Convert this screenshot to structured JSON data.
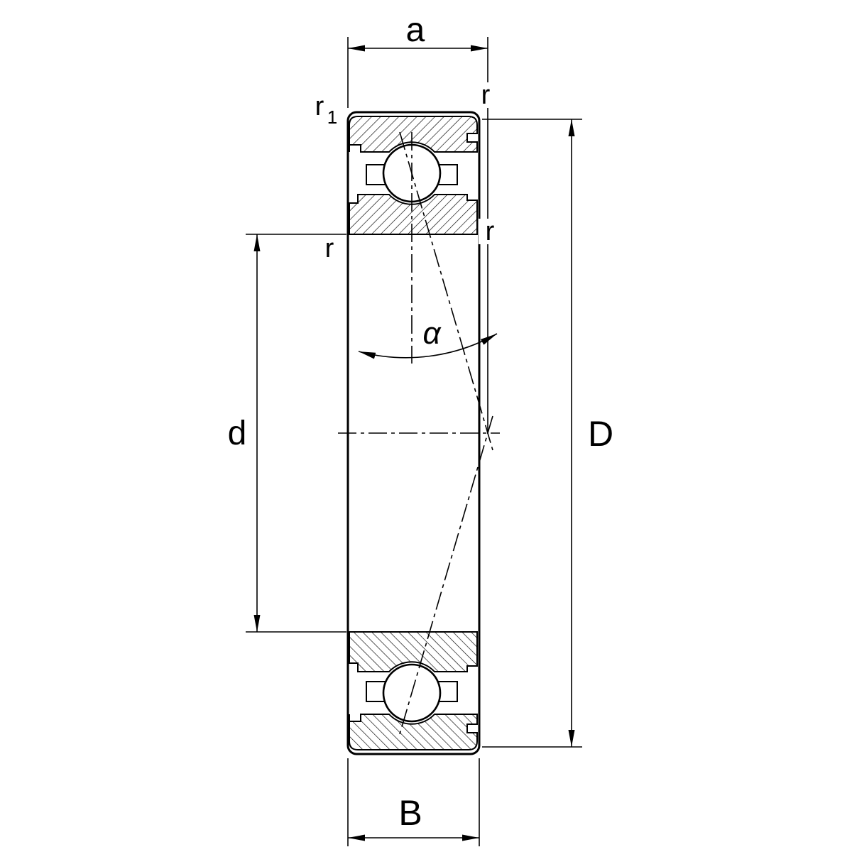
{
  "colors": {
    "background": "#ffffff",
    "line": "#000000"
  },
  "labels": {
    "width_top": "a",
    "bore_diameter": "d",
    "outer_diameter": "D",
    "width_axial": "B",
    "contact_angle": "α",
    "r1_base": "r",
    "r1_sub": "1",
    "r_top_right": "r",
    "r_mid_left": "r",
    "r_mid_right": "r"
  }
}
